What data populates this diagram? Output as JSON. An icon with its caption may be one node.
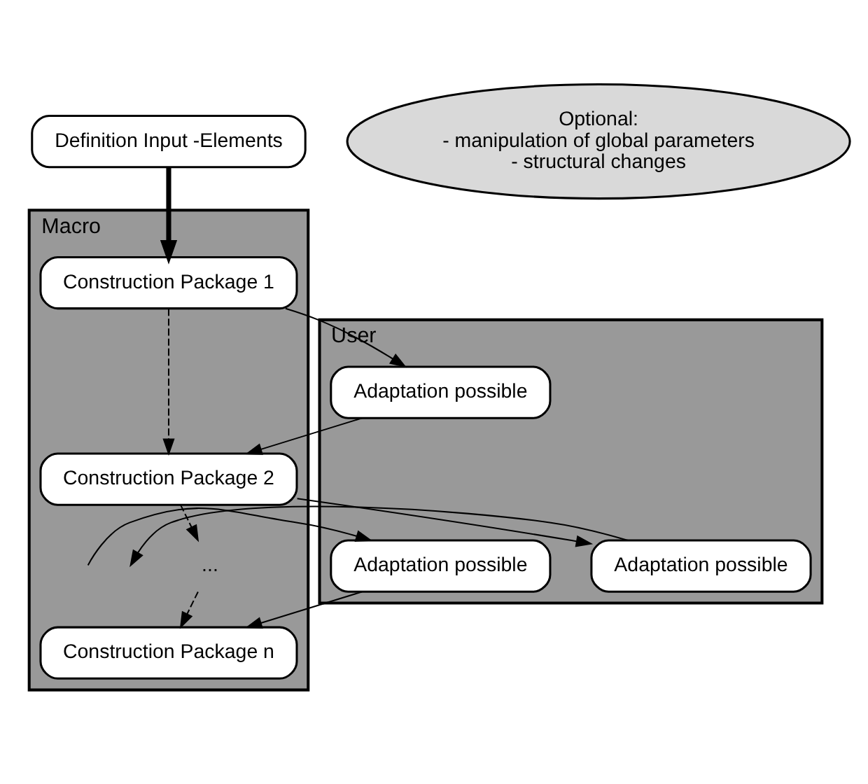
{
  "diagram": {
    "nodes": [
      {
        "text": [
          "Macro"
        ]
      },
      {
        "text": [
          "User"
        ]
      },
      {
        "text": [
          "Definition Input -Elements"
        ]
      },
      {
        "text": [
          "Construction Package 1"
        ],
        "in": 0
      },
      {
        "text": [
          "Adaptation possible"
        ],
        "in": 1
      },
      {
        "text": [
          "Construction Package 2"
        ],
        "in": 0
      },
      {
        "text": [
          "Adaptation possible"
        ],
        "in": 1
      },
      {
        "text": [
          "..."
        ],
        "in": 0
      },
      {
        "text": [
          "Adaptation possible"
        ],
        "in": 1
      },
      {
        "text": [
          "Construction Package n"
        ],
        "in": 0
      },
      {
        "text": [
          "Optional:",
          "- manipulation of global parameters",
          "- structural changes"
        ]
      }
    ],
    "edges": [
      {
        "from": 2,
        "to": 3,
        "arrow": "to",
        "style": "thick"
      },
      {
        "from": 3,
        "to": 5,
        "arrow": "to",
        "style": "dashed"
      },
      {
        "from": 5,
        "to": 7,
        "arrow": "to",
        "style": "dashed"
      },
      {
        "from": 7,
        "to": 9,
        "arrow": "to",
        "style": "dashed"
      },
      {
        "from": 3,
        "to": 4,
        "arrow": "to"
      },
      {
        "from": 4,
        "to": 5,
        "arrow": "to"
      },
      {
        "from": 5,
        "to": 6,
        "arrow": "to"
      },
      {
        "from": 6,
        "to": null,
        "arrow": "to"
      },
      {
        "from": null,
        "to": 8,
        "arrow": "to"
      },
      {
        "from": 8,
        "to": 9,
        "arrow": "to"
      }
    ]
  }
}
